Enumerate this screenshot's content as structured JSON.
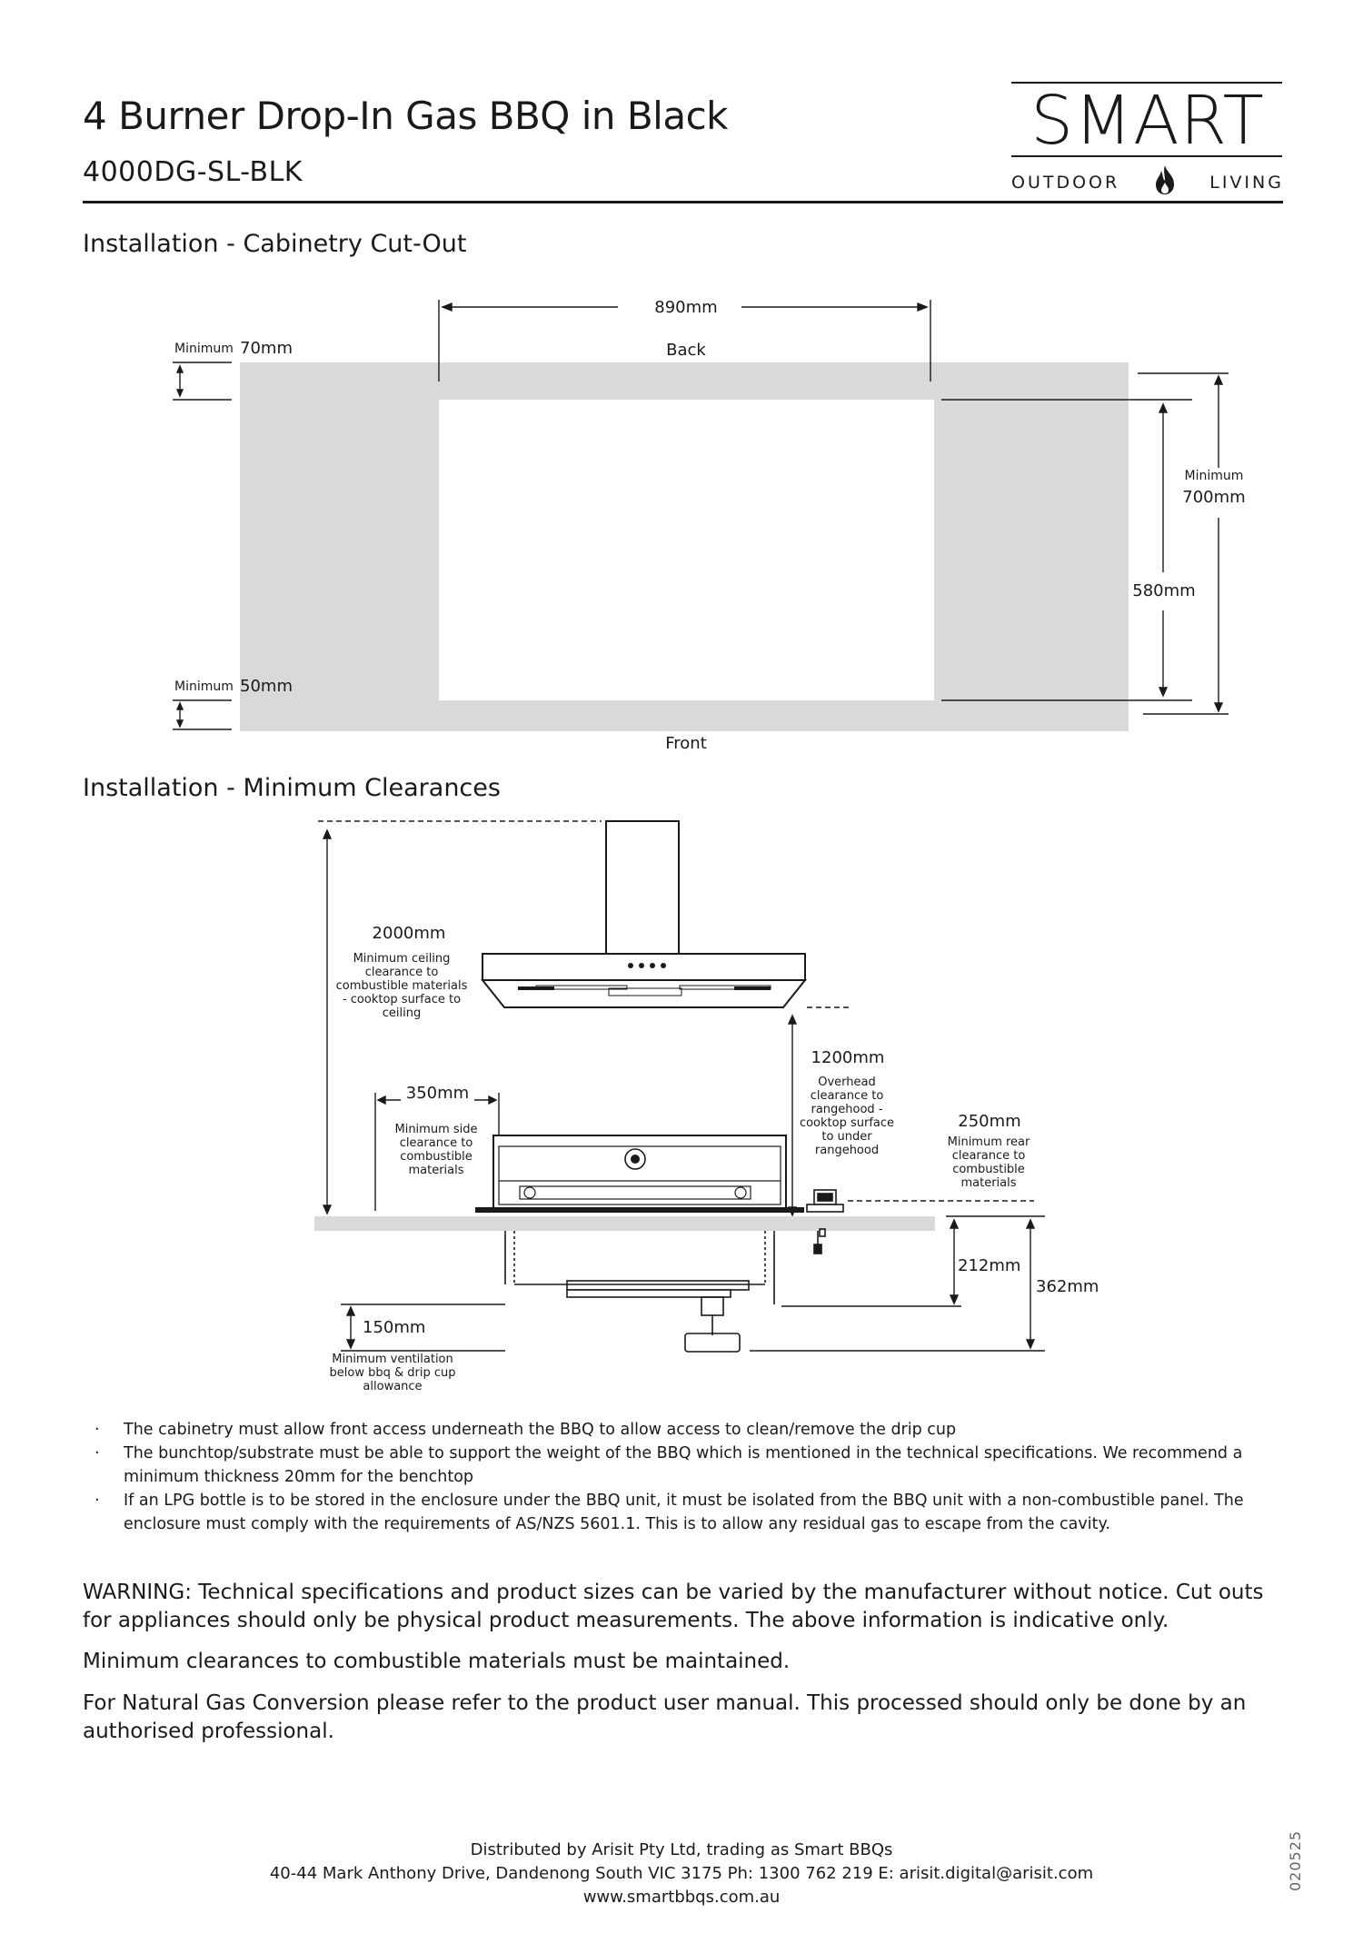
{
  "header": {
    "title": "4 Burner Drop-In Gas BBQ in Black",
    "model": "4000DG-SL-BLK"
  },
  "logo": {
    "word": "SMART",
    "sub_left": "OUTDOOR",
    "sub_right": "LIVING",
    "icon": "flame-icon"
  },
  "cutout": {
    "heading": "Installation - Cabinetry Cut-Out",
    "width_label": "890mm",
    "back_label": "Back",
    "front_label": "Front",
    "min_back_prefix": "Minimum",
    "min_back_value": "70mm",
    "min_front_prefix": "Minimum",
    "min_front_value": "50mm",
    "min_depth_prefix": "Minimum",
    "min_depth_value": "700mm",
    "cut_depth": "580mm"
  },
  "clearances": {
    "heading": "Installation - Minimum Clearances",
    "ceiling_value": "2000mm",
    "ceiling_desc": "Minimum ceiling clearance to combustible materials - cooktop surface to ceiling",
    "overhead_value": "1200mm",
    "overhead_desc": "Overhead clearance to rangehood - cooktop surface to under rangehood",
    "side_value": "350mm",
    "side_desc": "Minimum side clearance to combustible materials",
    "rear_value": "250mm",
    "rear_desc": "Minimum rear clearance to combustible materials",
    "below_value": "212mm",
    "total_below_value": "362mm",
    "ventilation_value": "150mm",
    "ventilation_desc": "Minimum ventilation below bbq & drip cup allowance"
  },
  "notes": [
    "The cabinetry must allow front access underneath the BBQ to allow access to clean/remove the drip cup",
    "The bunchtop/substrate must be able to support the weight of the BBQ which is mentioned in the technical specifications. We recommend a minimum thickness 20mm for the benchtop",
    "If an LPG bottle is to be stored in the enclosure under the BBQ unit, it must be isolated from the BBQ unit with a non-combustible panel. The enclosure must comply with the requirements of AS/NZS 5601.1. This is to allow any residual gas to escape from the cavity."
  ],
  "warning": "WARNING: Technical specifications and product sizes can be varied by the manufacturer without notice. Cut outs for appliances should only be physical product measurements. The above information is indicative only.",
  "clearance_note": "Minimum clearances to combustible materials must be maintained.",
  "gas_note": "For Natural Gas Conversion please refer to the product user manual. This processed should only be done by an authorised professional.",
  "footer": {
    "line1": "Distributed by Arisit Pty Ltd, trading as Smart BBQs",
    "line2": "40-44 Mark Anthony Drive, Dandenong South VIC 3175  Ph: 1300 762 219  E: arisit.digital@arisit.com",
    "line3": "www.smartbbqs.com.au",
    "doc_number": "020525"
  }
}
